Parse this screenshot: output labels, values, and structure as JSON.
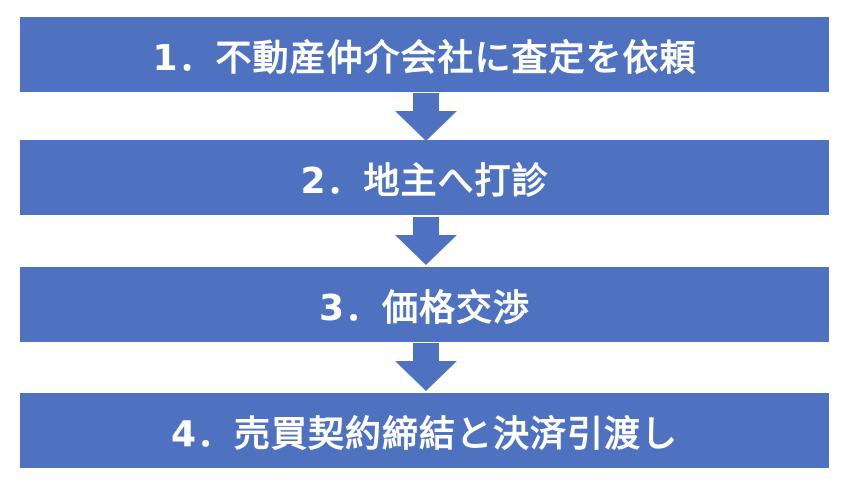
{
  "steps": [
    {
      "label": "1．不動産仲介会社に査定を依頼"
    },
    {
      "label": "2．地主へ打診"
    },
    {
      "label": "3．価格交渉"
    },
    {
      "label": "4．売買契約締結と決済引渡し"
    }
  ],
  "colors": {
    "box": "#4f72c0",
    "text": "#ffffff",
    "arrow": "#4f72c0"
  }
}
